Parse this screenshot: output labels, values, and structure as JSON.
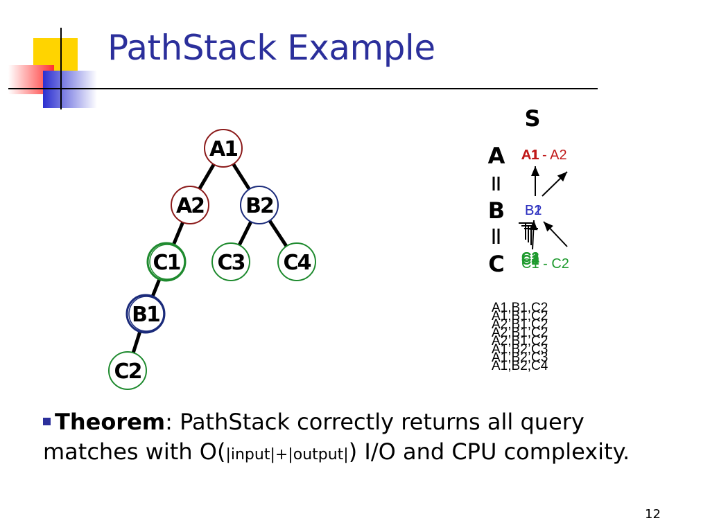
{
  "slide": {
    "title": "PathStack Example",
    "page_number": "12"
  },
  "tree": {
    "nodes": [
      {
        "id": "A1",
        "label": "A1",
        "kind": "A"
      },
      {
        "id": "A2",
        "label": "A2",
        "kind": "A"
      },
      {
        "id": "B2",
        "label": "B2",
        "kind": "B"
      },
      {
        "id": "C1",
        "label": "C1",
        "kind": "C"
      },
      {
        "id": "C3",
        "label": "C3",
        "kind": "C"
      },
      {
        "id": "C4",
        "label": "C4",
        "kind": "C"
      },
      {
        "id": "B1",
        "label": "B1",
        "kind": "B"
      },
      {
        "id": "C2",
        "label": "C2",
        "kind": "C"
      }
    ],
    "edges": [
      [
        "A1",
        "A2"
      ],
      [
        "A1",
        "B2"
      ],
      [
        "A2",
        "C1"
      ],
      [
        "B2",
        "C3"
      ],
      [
        "B2",
        "C4"
      ],
      [
        "C1",
        "B1"
      ],
      [
        "B1",
        "C2"
      ]
    ]
  },
  "stacks": {
    "title": "S",
    "names": [
      "A",
      "B",
      "C"
    ],
    "entries": {
      "A": [
        "A1",
        "A1 - A2"
      ],
      "B": [
        "B1",
        "B2"
      ],
      "C": [
        "C1",
        "C2",
        "C3",
        "C4",
        "C1 - C2"
      ]
    }
  },
  "output": {
    "matches": [
      "A1,B1,C2",
      "A1,B1,C2",
      "A2,B1,C2",
      "A2,B1,C2",
      "A2,B1,C2",
      "A1,B2,C3",
      "A1,B2,C3",
      "A1,B2,C4"
    ]
  },
  "theorem": {
    "bold": "Theorem",
    "text_1": ": PathStack correctly returns all query matches with O(",
    "small": "|input|+|output|",
    "text_2": ") I/O and CPU complexity."
  },
  "colors": {
    "title": "#2b2f9b",
    "a_node": "#8b1a1a",
    "b_node": "#1a2a7a",
    "c_node": "#1e8a2e",
    "a_stack_text": "#c01818",
    "b_stack_text": "#2b2fbf",
    "c_stack_text": "#1e9a2e"
  }
}
